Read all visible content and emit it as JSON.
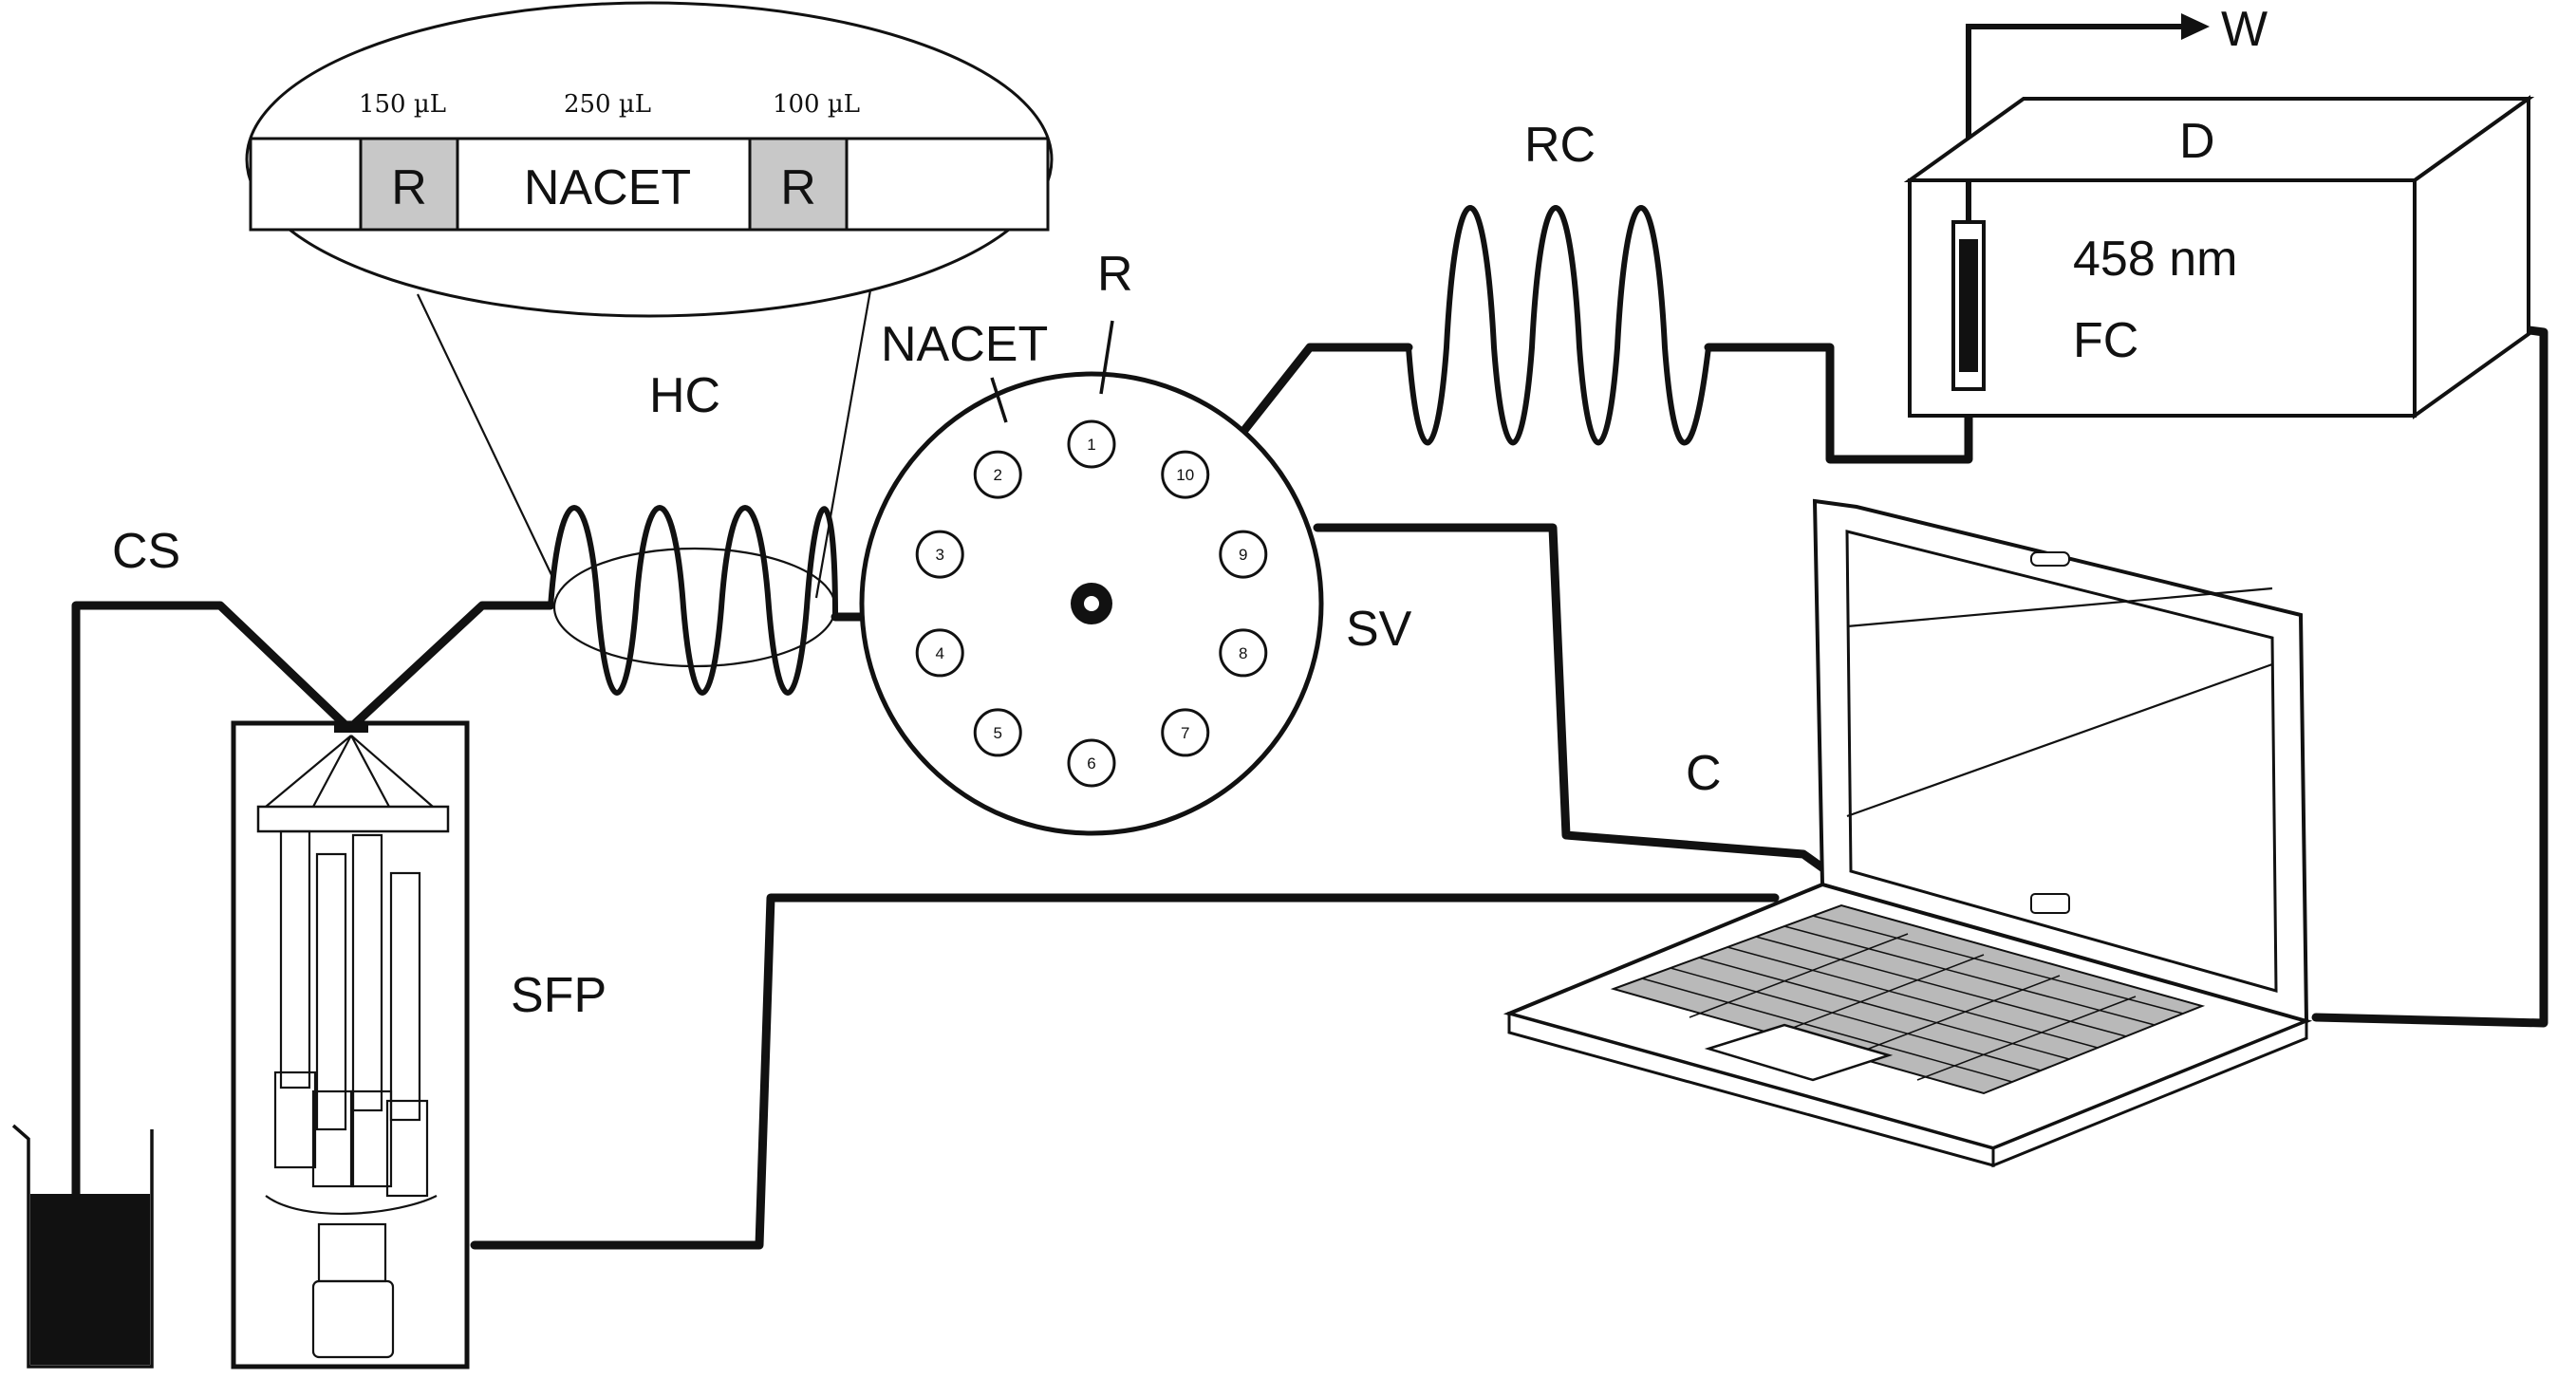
{
  "labels": {
    "cs": "CS",
    "sfp": "SFP",
    "hc": "HC",
    "nacet": "NACET",
    "r": "R",
    "sv": "SV",
    "rc": "RC",
    "c": "C",
    "d": "D",
    "fc": "FC",
    "wavelength": "458 nm",
    "w": "W"
  },
  "inset": {
    "volumes": [
      "150 µL",
      "250 µL",
      "100 µL"
    ],
    "zones": [
      "R",
      "NACET",
      "R"
    ]
  },
  "valve_ports": [
    "1",
    "2",
    "3",
    "4",
    "5",
    "6",
    "7",
    "8",
    "9",
    "10"
  ],
  "colors": {
    "line": "#111111",
    "zone_fill": "#c8c8c8",
    "laptop_gray": "#b9b9b9"
  }
}
